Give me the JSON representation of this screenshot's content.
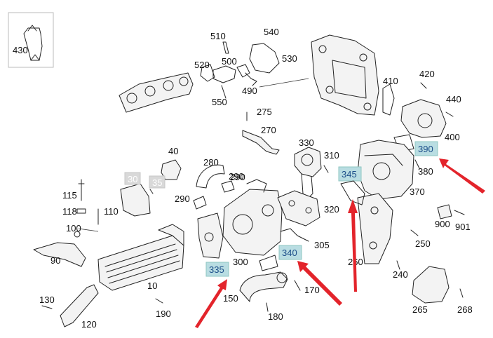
{
  "labels": {
    "l430": "430",
    "l510": "510",
    "l540": "540",
    "l530": "530",
    "l520": "520",
    "l500": "500",
    "l490": "490",
    "l550": "550",
    "l275": "275",
    "l270": "270",
    "l410": "410",
    "l420": "420",
    "l440": "440",
    "l400": "400",
    "l380": "380",
    "l370": "370",
    "l330": "330",
    "l310": "310",
    "l280": "280",
    "l290a": "290",
    "l290b": "290",
    "l40": "40",
    "l115": "115",
    "l118": "118",
    "l110": "110",
    "l100": "100",
    "l90": "90",
    "l10": "10",
    "l320": "320",
    "l305": "305",
    "l300": "300",
    "l900": "900",
    "l901": "901",
    "l250": "250",
    "l260": "260",
    "l240": "240",
    "l150": "150",
    "l170": "170",
    "l180": "180",
    "l130": "130",
    "l120": "120",
    "l190": "190",
    "l265": "265",
    "l268": "268"
  },
  "highlighted": {
    "h390": "390",
    "h345": "345",
    "h340": "340",
    "h335": "335"
  },
  "greyed": {
    "g30": "30",
    "g35": "35"
  },
  "colors": {
    "arrow": "#e3242b",
    "highlight_fill": "#b9dde2",
    "highlight_text": "#1d4f8a",
    "grey_fill": "#d9d9d9"
  }
}
